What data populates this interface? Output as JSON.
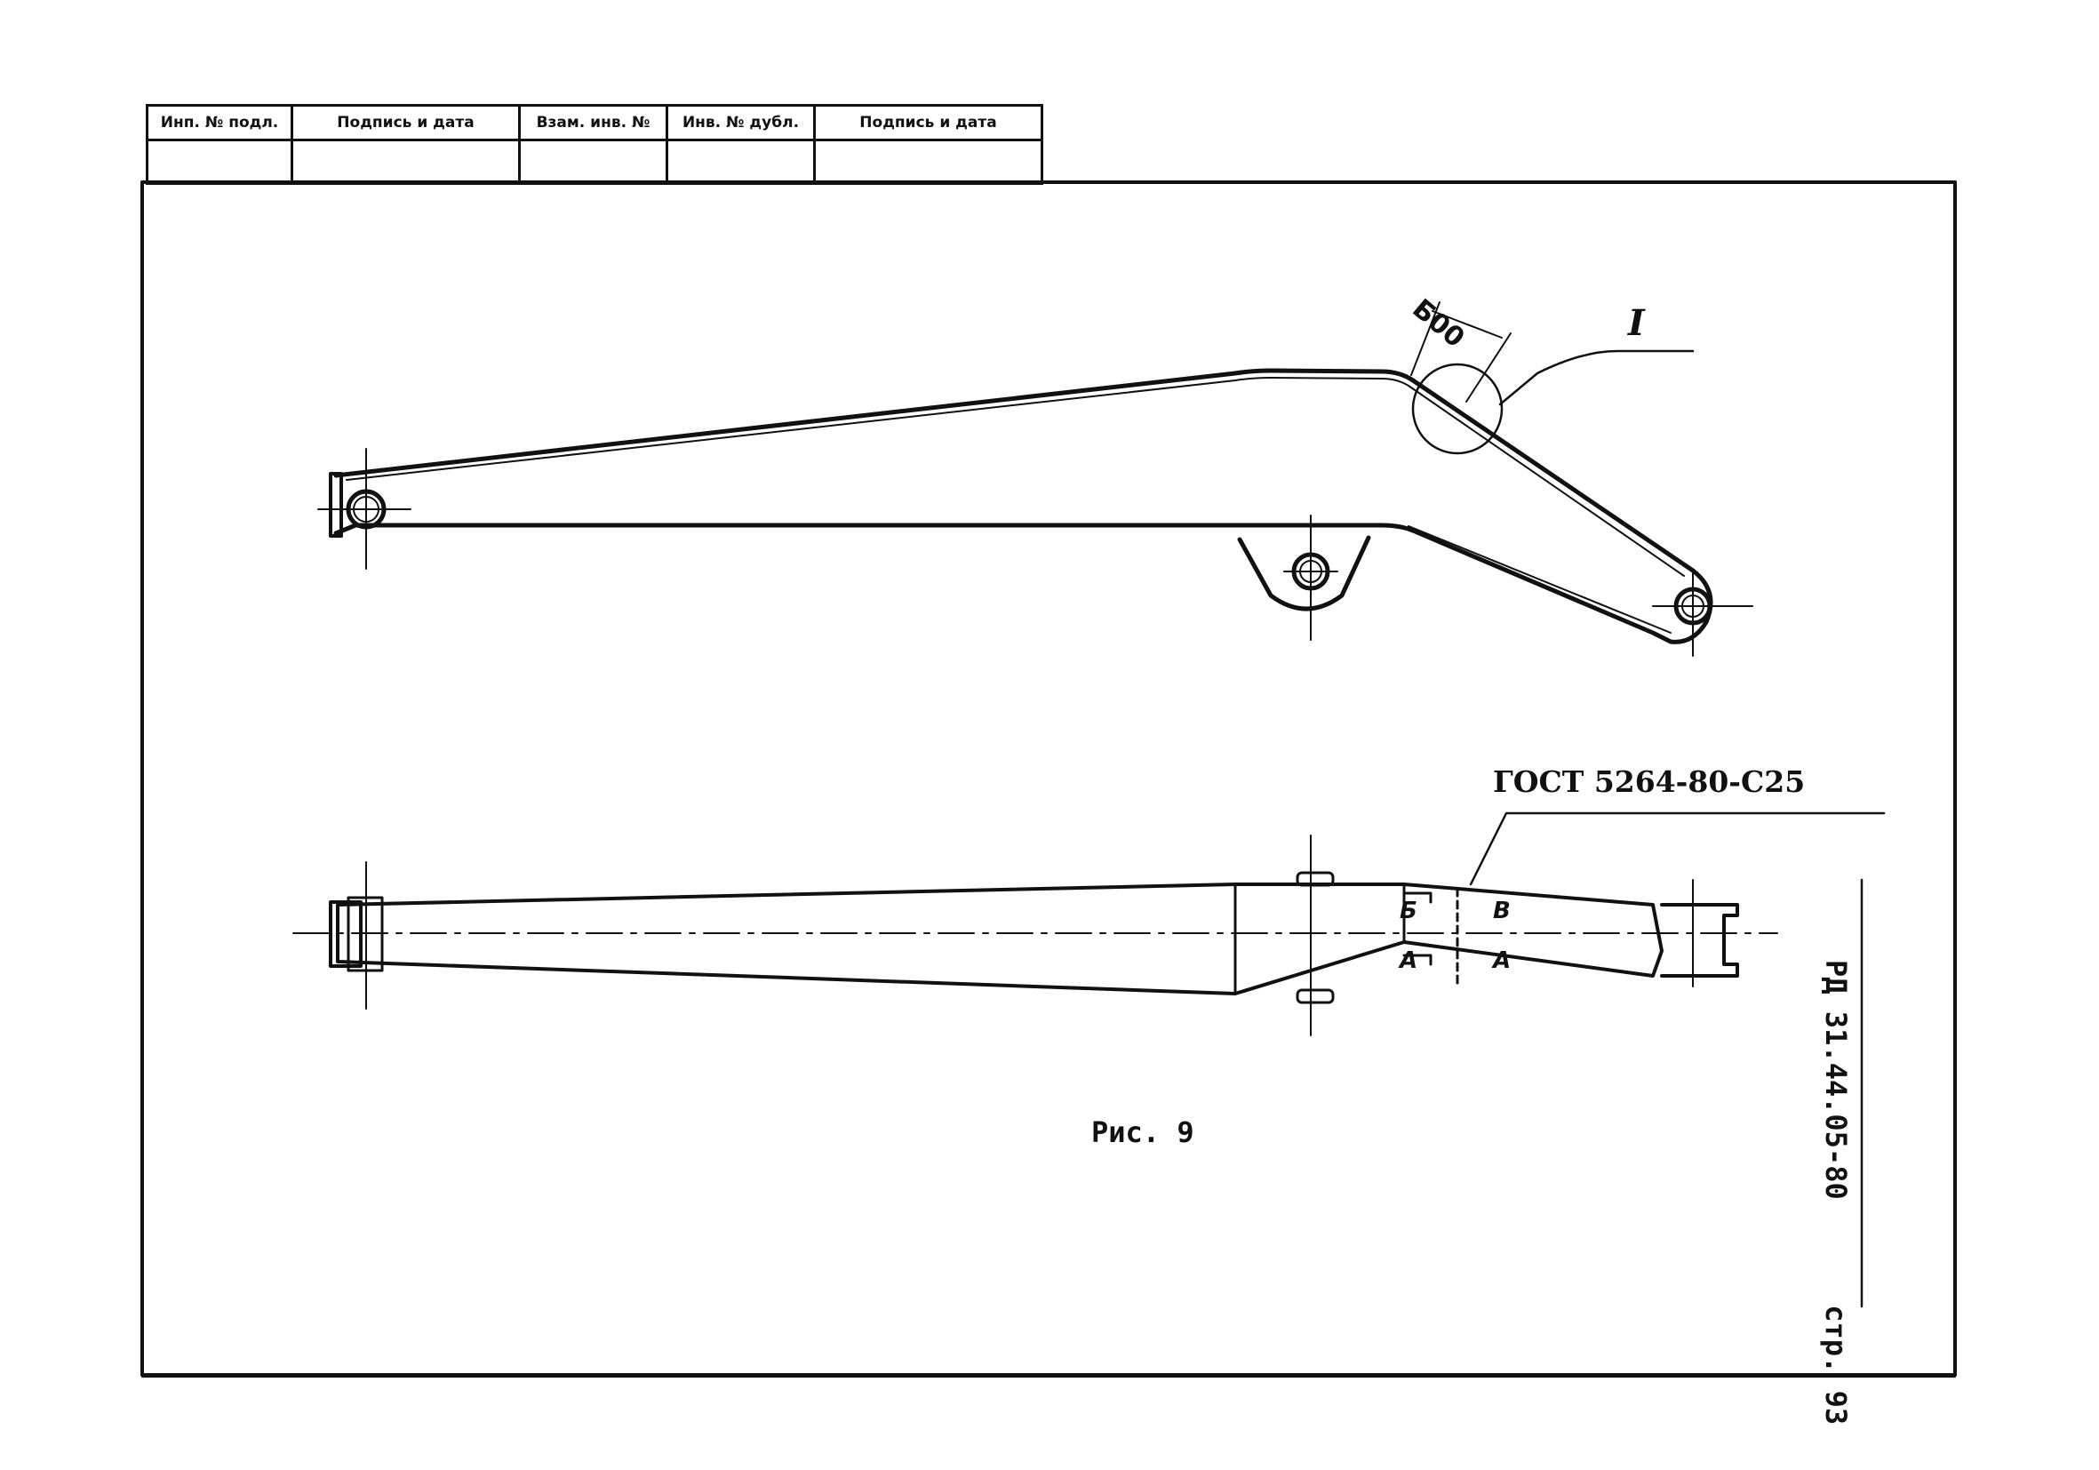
{
  "stamp": {
    "headers": [
      "Инп. № подл.",
      "Подпись и дата",
      "Взам. инв. №",
      "Инв. № дубл.",
      "Подпись и дата"
    ],
    "values": [
      "",
      "",
      "",
      "",
      ""
    ]
  },
  "drawing": {
    "callout_label": "I",
    "dimension": "Б00",
    "weld_note": "ГОСТ 5264-80-С25",
    "section_marks": [
      "Б",
      "В",
      "А",
      "А"
    ],
    "caption": "Рис. 9"
  },
  "title_block": {
    "document_number": "РД 31.44.05-80",
    "page": "стр. 93"
  }
}
